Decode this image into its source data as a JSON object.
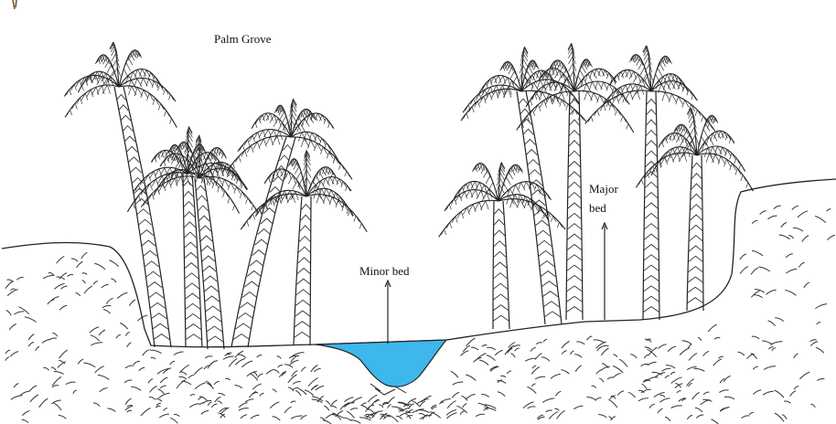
{
  "labels": {
    "palm_grove": "Palm Grove",
    "minor_bed": "Minor bed",
    "major_bed_line1": "Major",
    "major_bed_line2": "bed"
  },
  "colors": {
    "water": "#3db7ec",
    "ink": "#222222",
    "background": "#ffffff"
  }
}
